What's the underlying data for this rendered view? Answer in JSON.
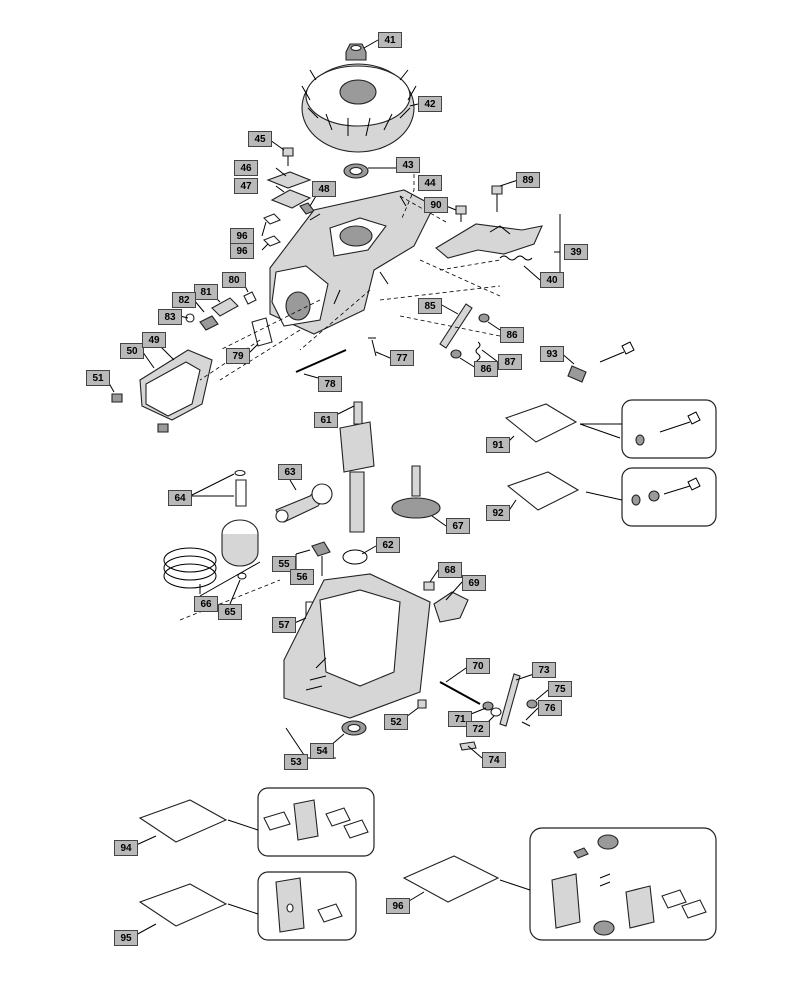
{
  "labels": [
    "41",
    "42",
    "43",
    "44",
    "45",
    "46",
    "47",
    "48",
    "96",
    "96",
    "89",
    "90",
    "39",
    "40",
    "80",
    "81",
    "82",
    "83",
    "85",
    "86",
    "86",
    "87",
    "79",
    "77",
    "50",
    "49",
    "51",
    "78",
    "93",
    "61",
    "91",
    "63",
    "64",
    "92",
    "67",
    "62",
    "55",
    "56",
    "68",
    "69",
    "66",
    "65",
    "57",
    "70",
    "73",
    "75",
    "71",
    "72",
    "76",
    "52",
    "54",
    "53",
    "74",
    "94",
    "95",
    "96"
  ]
}
